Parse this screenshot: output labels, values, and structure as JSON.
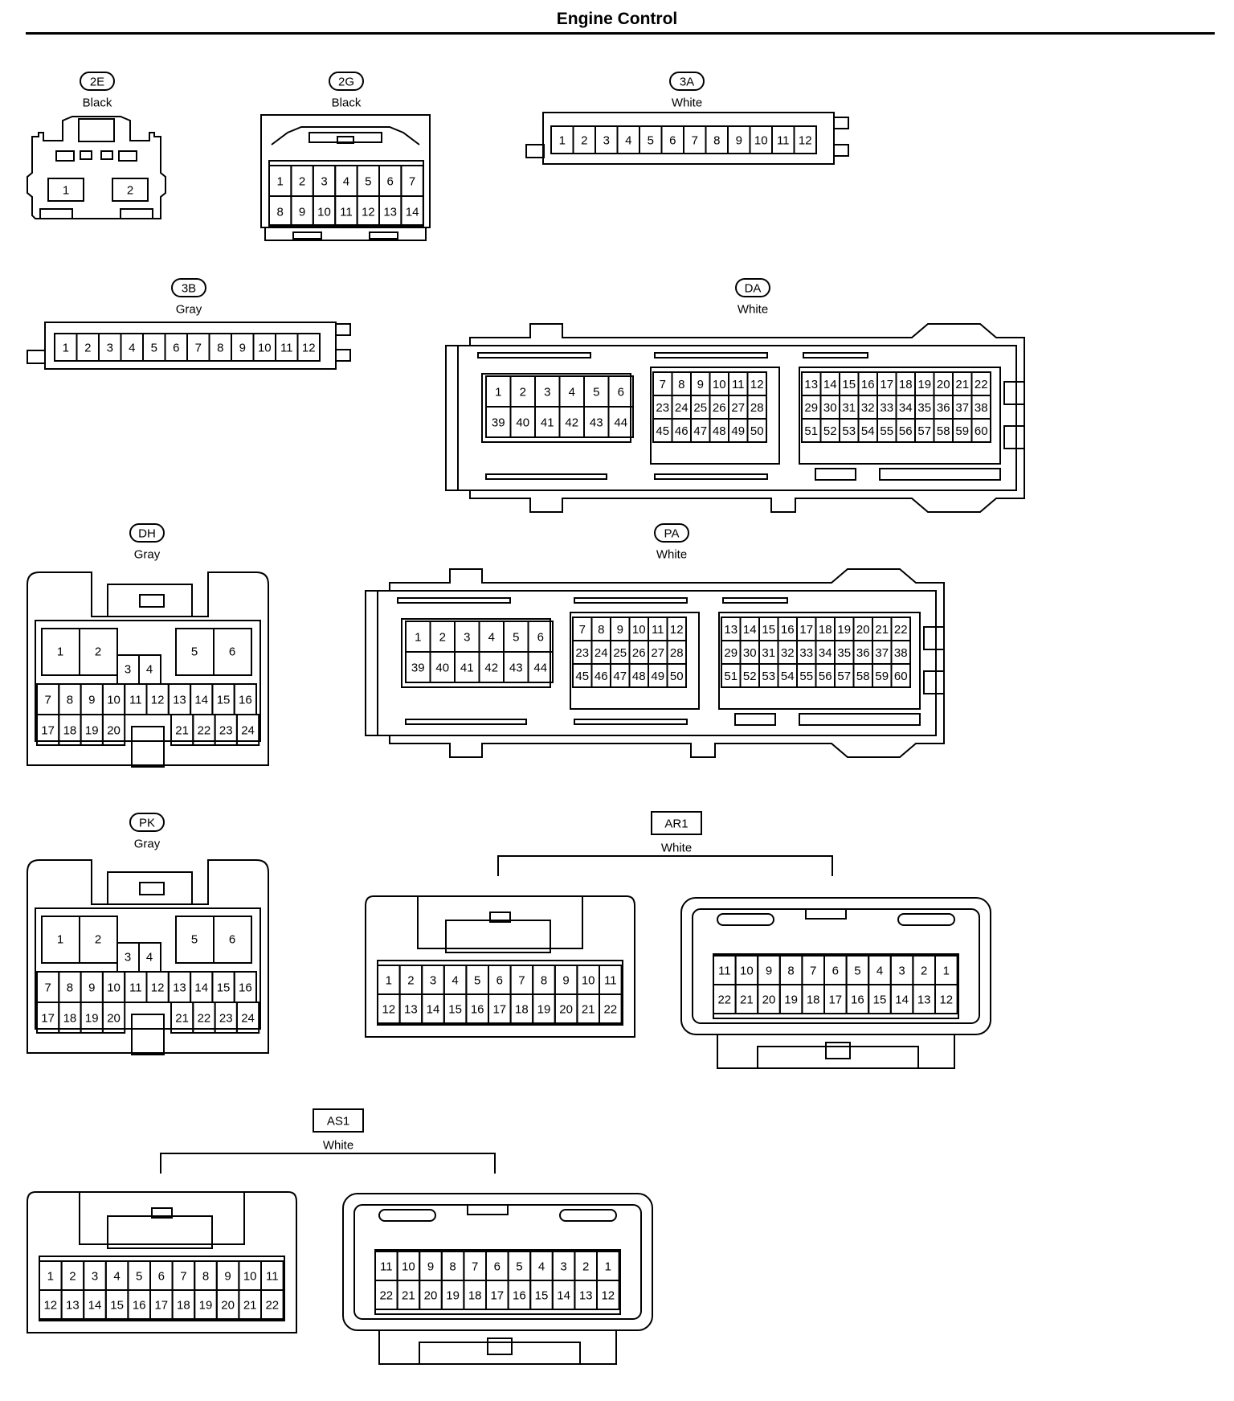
{
  "title": "Engine Control",
  "connectors": [
    {
      "id": "2E",
      "color": "Black",
      "label_style": "pill"
    },
    {
      "id": "2G",
      "color": "Black",
      "label_style": "pill"
    },
    {
      "id": "3A",
      "color": "White",
      "label_style": "pill"
    },
    {
      "id": "3B",
      "color": "Gray",
      "label_style": "pill"
    },
    {
      "id": "DA",
      "color": "White",
      "label_style": "pill"
    },
    {
      "id": "DH",
      "color": "Gray",
      "label_style": "pill"
    },
    {
      "id": "PA",
      "color": "White",
      "label_style": "pill"
    },
    {
      "id": "PK",
      "color": "Gray",
      "label_style": "pill"
    },
    {
      "id": "AR1",
      "color": "White",
      "label_style": "box"
    },
    {
      "id": "AS1",
      "color": "White",
      "label_style": "box"
    }
  ],
  "pins": {
    "2E": [
      [
        "1",
        "2"
      ]
    ],
    "2G": [
      [
        "1",
        "2",
        "3",
        "4",
        "5",
        "6",
        "7"
      ],
      [
        "8",
        "9",
        "10",
        "11",
        "12",
        "13",
        "14"
      ]
    ],
    "3A": [
      [
        "1",
        "2",
        "3",
        "4",
        "5",
        "6",
        "7",
        "8",
        "9",
        "10",
        "11",
        "12"
      ]
    ],
    "3B": [
      [
        "1",
        "2",
        "3",
        "4",
        "5",
        "6",
        "7",
        "8",
        "9",
        "10",
        "11",
        "12"
      ]
    ],
    "DA": {
      "block1": [
        [
          "1",
          "2",
          "3",
          "4",
          "5",
          "6"
        ],
        [
          "39",
          "40",
          "41",
          "42",
          "43",
          "44"
        ]
      ],
      "block2": [
        [
          "7",
          "8",
          "9",
          "10",
          "11",
          "12"
        ],
        [
          "23",
          "24",
          "25",
          "26",
          "27",
          "28"
        ],
        [
          "45",
          "46",
          "47",
          "48",
          "49",
          "50"
        ]
      ],
      "block3": [
        [
          "13",
          "14",
          "15",
          "16",
          "17",
          "18",
          "19",
          "20",
          "21",
          "22"
        ],
        [
          "29",
          "30",
          "31",
          "32",
          "33",
          "34",
          "35",
          "36",
          "37",
          "38"
        ],
        [
          "51",
          "52",
          "53",
          "54",
          "55",
          "56",
          "57",
          "58",
          "59",
          "60"
        ]
      ]
    },
    "PA": {
      "block1": [
        [
          "1",
          "2",
          "3",
          "4",
          "5",
          "6"
        ],
        [
          "39",
          "40",
          "41",
          "42",
          "43",
          "44"
        ]
      ],
      "block2": [
        [
          "7",
          "8",
          "9",
          "10",
          "11",
          "12"
        ],
        [
          "23",
          "24",
          "25",
          "26",
          "27",
          "28"
        ],
        [
          "45",
          "46",
          "47",
          "48",
          "49",
          "50"
        ]
      ],
      "block3": [
        [
          "13",
          "14",
          "15",
          "16",
          "17",
          "18",
          "19",
          "20",
          "21",
          "22"
        ],
        [
          "29",
          "30",
          "31",
          "32",
          "33",
          "34",
          "35",
          "36",
          "37",
          "38"
        ],
        [
          "51",
          "52",
          "53",
          "54",
          "55",
          "56",
          "57",
          "58",
          "59",
          "60"
        ]
      ]
    },
    "DH": {
      "big_left": [
        "1",
        "2"
      ],
      "mid": [
        "3",
        "4"
      ],
      "big_right": [
        "5",
        "6"
      ],
      "row1": [
        "7",
        "8",
        "9",
        "10",
        "11",
        "12",
        "13",
        "14",
        "15",
        "16"
      ],
      "row2_left": [
        "17",
        "18",
        "19",
        "20"
      ],
      "row2_right": [
        "21",
        "22",
        "23",
        "24"
      ]
    },
    "PK": {
      "big_left": [
        "1",
        "2"
      ],
      "mid": [
        "3",
        "4"
      ],
      "big_right": [
        "5",
        "6"
      ],
      "row1": [
        "7",
        "8",
        "9",
        "10",
        "11",
        "12",
        "13",
        "14",
        "15",
        "16"
      ],
      "row2_left": [
        "17",
        "18",
        "19",
        "20"
      ],
      "row2_right": [
        "21",
        "22",
        "23",
        "24"
      ]
    },
    "AR1": {
      "left": [
        [
          "1",
          "2",
          "3",
          "4",
          "5",
          "6",
          "7",
          "8",
          "9",
          "10",
          "11"
        ],
        [
          "12",
          "13",
          "14",
          "15",
          "16",
          "17",
          "18",
          "19",
          "20",
          "21",
          "22"
        ]
      ],
      "right": [
        [
          "11",
          "10",
          "9",
          "8",
          "7",
          "6",
          "5",
          "4",
          "3",
          "2",
          "1"
        ],
        [
          "22",
          "21",
          "20",
          "19",
          "18",
          "17",
          "16",
          "15",
          "14",
          "13",
          "12"
        ]
      ]
    },
    "AS1": {
      "left": [
        [
          "1",
          "2",
          "3",
          "4",
          "5",
          "6",
          "7",
          "8",
          "9",
          "10",
          "11"
        ],
        [
          "12",
          "13",
          "14",
          "15",
          "16",
          "17",
          "18",
          "19",
          "20",
          "21",
          "22"
        ]
      ],
      "right": [
        [
          "11",
          "10",
          "9",
          "8",
          "7",
          "6",
          "5",
          "4",
          "3",
          "2",
          "1"
        ],
        [
          "22",
          "21",
          "20",
          "19",
          "18",
          "17",
          "16",
          "15",
          "14",
          "13",
          "12"
        ]
      ]
    }
  }
}
